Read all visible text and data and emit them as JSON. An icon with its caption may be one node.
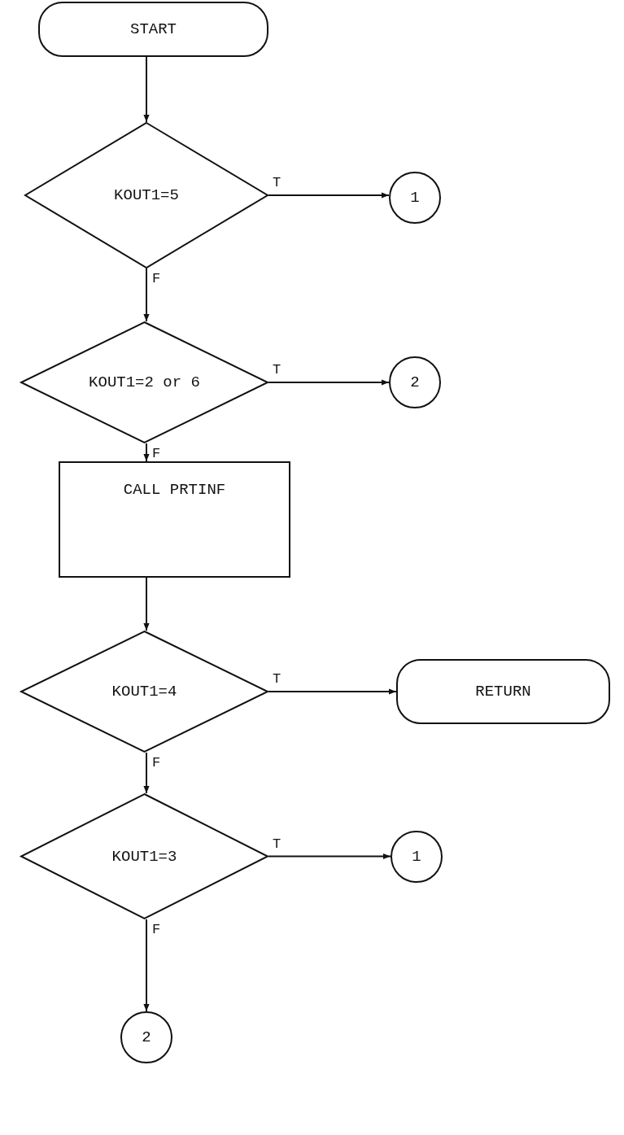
{
  "diagram": {
    "nodes": [
      {
        "text": [
          "START"
        ]
      },
      {
        "text": [
          "KOUT1=5"
        ]
      },
      {
        "text": [
          "1"
        ]
      },
      {
        "text": [
          "KOUT1=2 or 6"
        ]
      },
      {
        "text": [
          "2"
        ]
      },
      {
        "text": [
          "CALL PRTINF"
        ]
      },
      {
        "text": [
          "KOUT1=4"
        ]
      },
      {
        "text": [
          "RETURN"
        ]
      },
      {
        "text": [
          "KOUT1=3"
        ]
      },
      {
        "text": [
          "1"
        ]
      },
      {
        "text": [
          "2"
        ]
      }
    ],
    "edges": [
      {
        "from": 0,
        "to": 1,
        "arrow": "to"
      },
      {
        "from": 1,
        "to": 2,
        "arrow": "to",
        "label": "T"
      },
      {
        "from": 1,
        "to": 3,
        "arrow": "to",
        "label": "F"
      },
      {
        "from": 3,
        "to": 4,
        "arrow": "to",
        "label": "T"
      },
      {
        "from": 3,
        "to": 5,
        "arrow": "to",
        "label": "F"
      },
      {
        "from": 5,
        "to": 6,
        "arrow": "to"
      },
      {
        "from": 6,
        "to": 7,
        "arrow": "to",
        "label": "T"
      },
      {
        "from": 6,
        "to": 8,
        "arrow": "to",
        "label": "F"
      },
      {
        "from": 8,
        "to": 9,
        "arrow": "to",
        "label": "T"
      },
      {
        "from": 8,
        "to": 10,
        "arrow": "to",
        "label": "F"
      }
    ]
  }
}
